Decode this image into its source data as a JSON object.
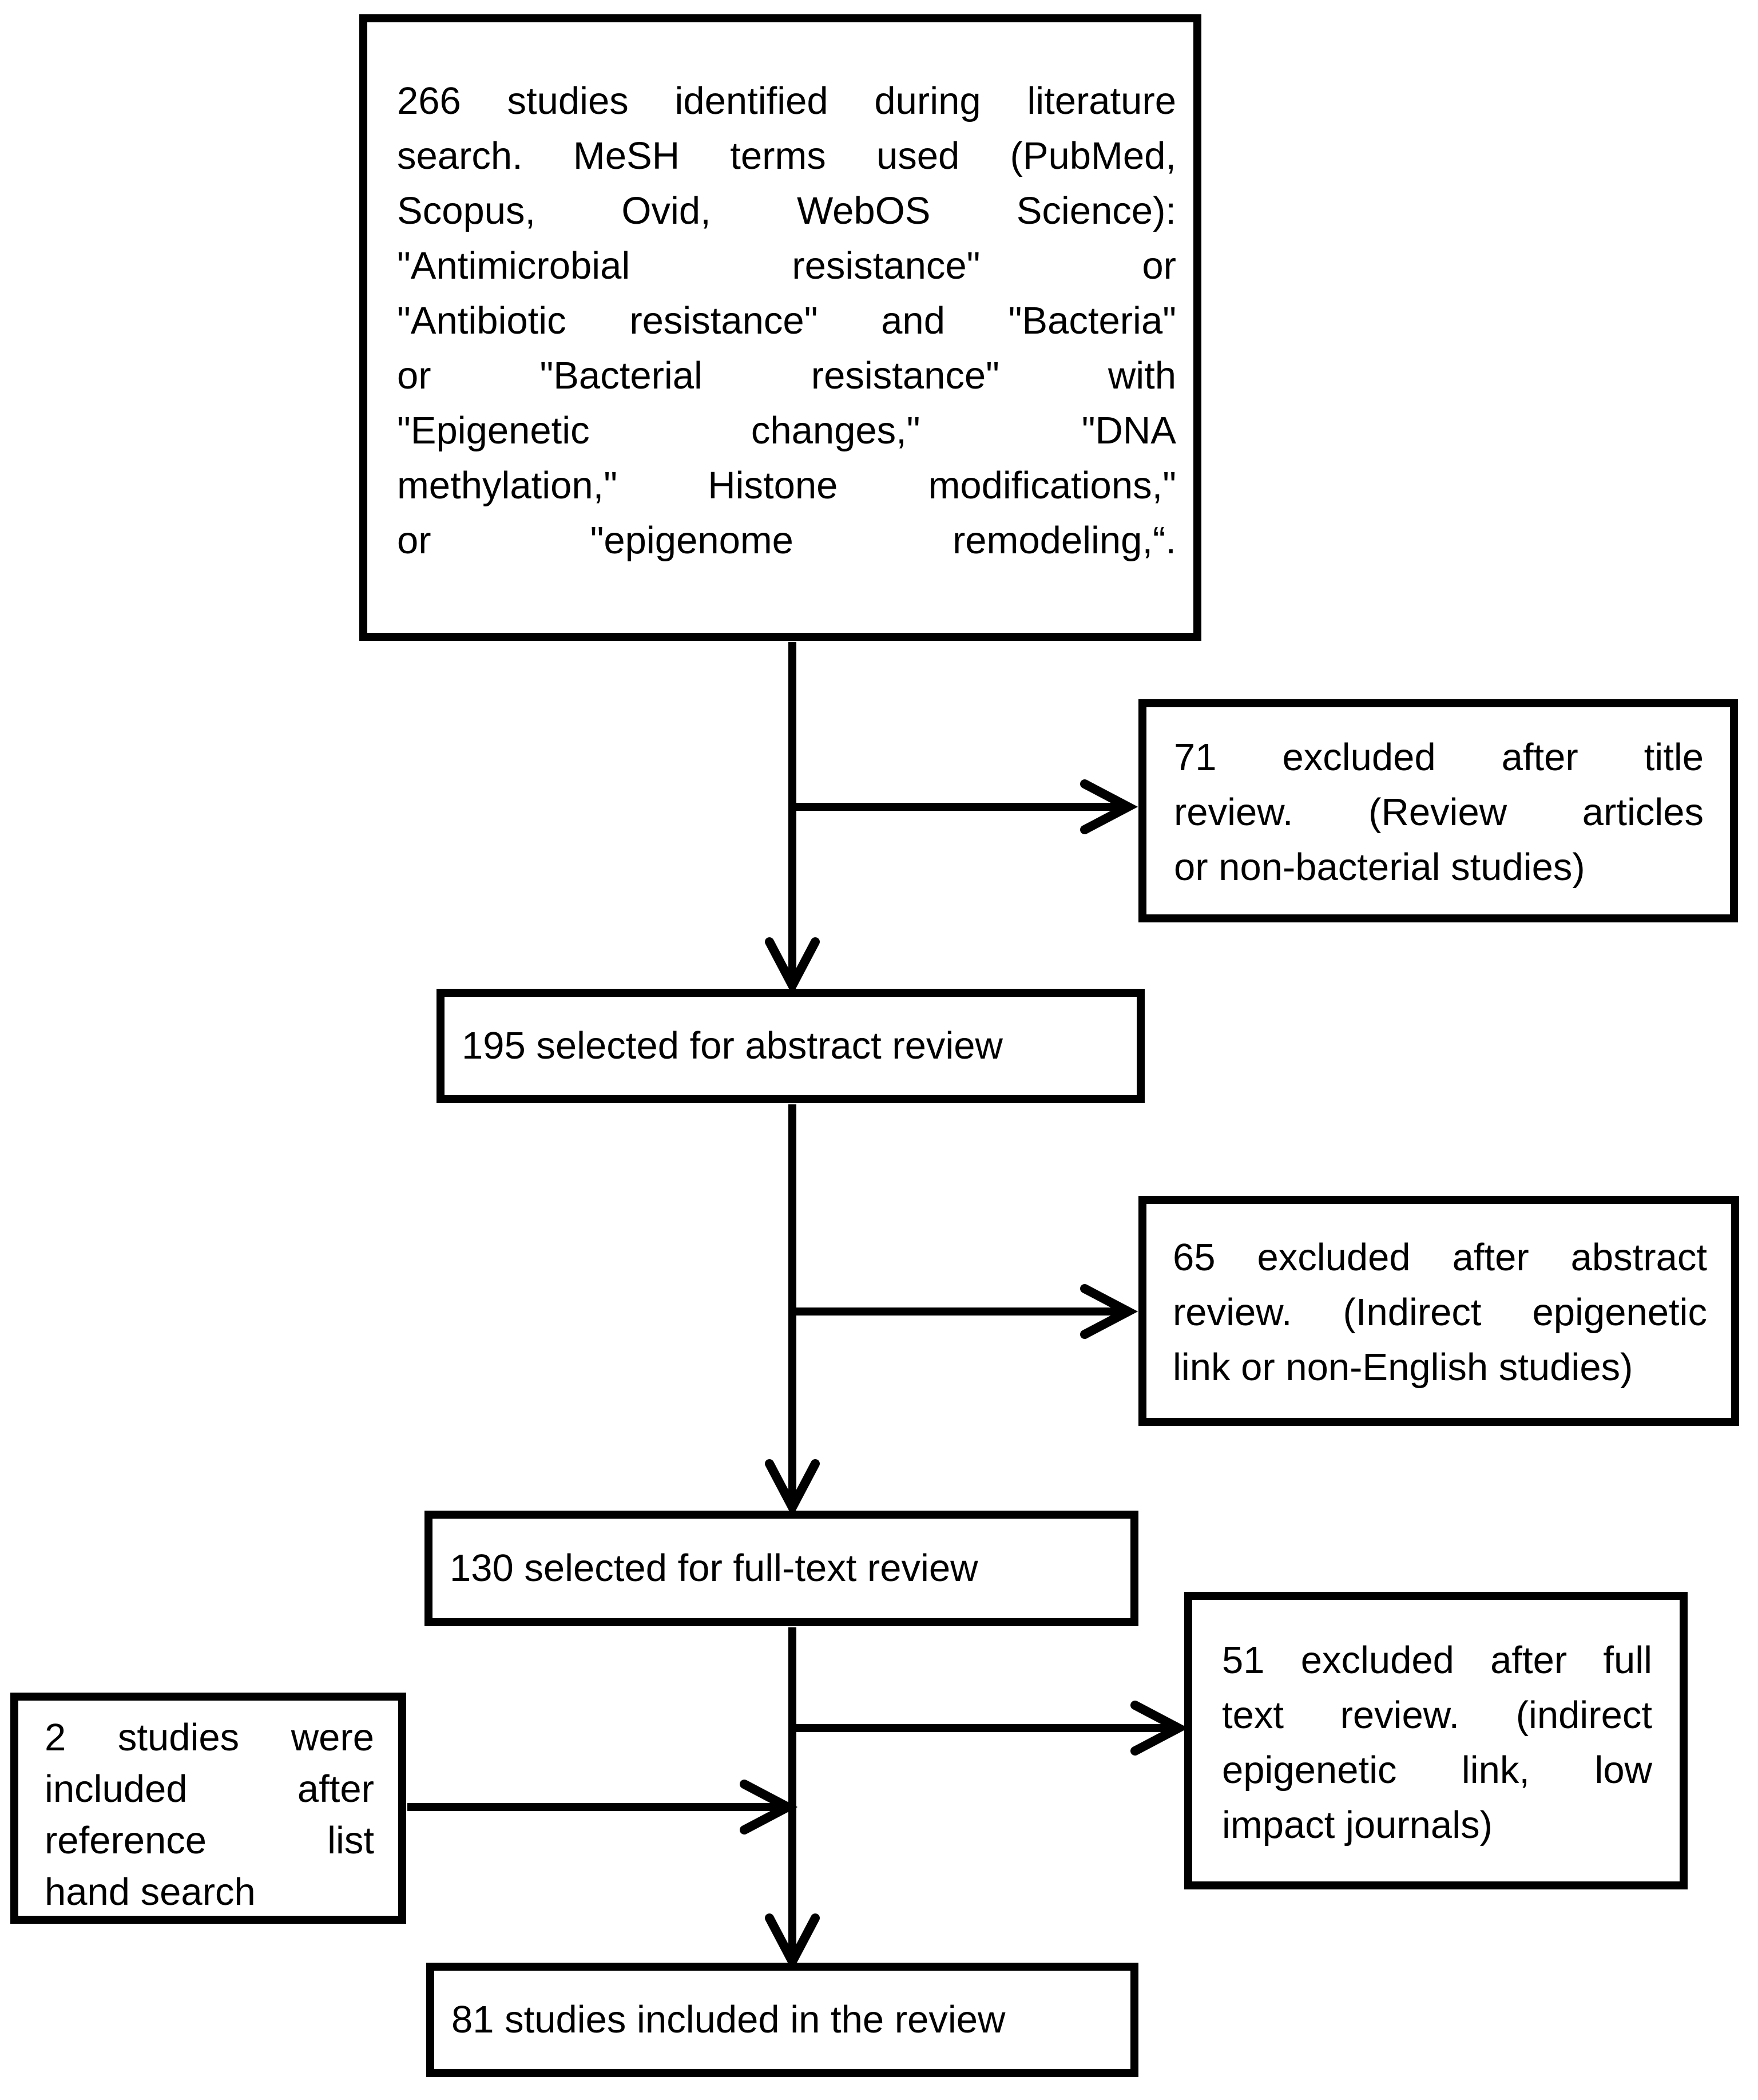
{
  "colors": {
    "ink": "#000000",
    "background": "#ffffff"
  },
  "flowchart": {
    "boxes": {
      "identified": {
        "lines": [
          "266 studies identified during literature",
          "search. MeSH terms used (PubMed,",
          "Scopus, Ovid, WebOS Science):",
          "\"Antimicrobial resistance\" or",
          "\"Antibiotic resistance\" and \"Bacteria\"",
          "or \"Bacterial resistance\" with",
          "\"Epigenetic changes,\" \"DNA",
          "methylation,\" Histone modifications,\"",
          "or \"epigenome remodeling,“."
        ]
      },
      "excluded_title": {
        "lines": [
          "71 excluded after title",
          "review. (Review articles",
          "or non-bacterial studies)"
        ]
      },
      "abstract_review": {
        "text": "195 selected for abstract review"
      },
      "excluded_abstract": {
        "lines": [
          "65 excluded after abstract",
          "review. (Indirect epigenetic",
          "link or non-English studies)"
        ]
      },
      "fulltext_review": {
        "text": "130 selected for full-text review"
      },
      "excluded_fulltext": {
        "lines": [
          "51 excluded after full",
          "text review. (indirect",
          "epigenetic link, low",
          "impact journals)"
        ]
      },
      "hand_search": {
        "lines": [
          "2 studies were",
          "included after",
          "reference list",
          "hand search"
        ]
      },
      "included": {
        "text": "81 studies included in the review"
      }
    }
  }
}
